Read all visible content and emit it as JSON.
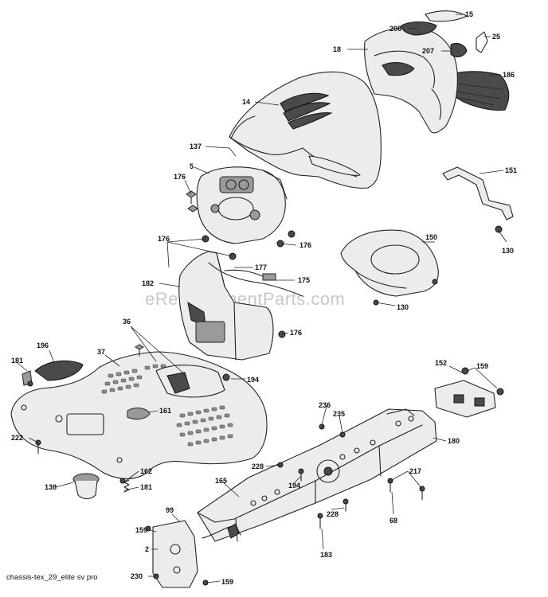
{
  "watermark": "eReplacementParts.com",
  "caption": "chassis-tex_29_elite sv pro",
  "callouts": [
    "15",
    "208",
    "25",
    "18",
    "207",
    "186",
    "14",
    "137",
    "176",
    "5",
    "151",
    "130",
    "176",
    "176",
    "150",
    "177",
    "175",
    "182",
    "130",
    "176",
    "36",
    "37",
    "196",
    "181",
    "194",
    "161",
    "152",
    "159",
    "236",
    "235",
    "180",
    "222",
    "228",
    "217",
    "138",
    "162",
    "181",
    "165",
    "194",
    "99",
    "228",
    "68",
    "159",
    "183",
    "2",
    "230",
    "159"
  ]
}
